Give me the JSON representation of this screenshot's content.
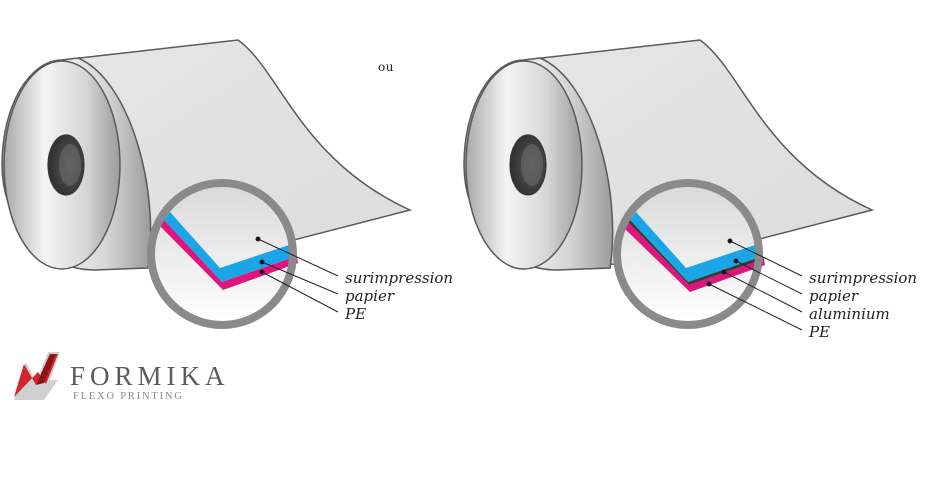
{
  "separator": "ou",
  "rolls": [
    {
      "id": "roll-1",
      "layers": [
        "surimpression",
        "papier",
        "PE"
      ]
    },
    {
      "id": "roll-2",
      "layers": [
        "surimpression",
        "papier",
        "aluminium",
        "PE"
      ]
    }
  ],
  "logo": {
    "brand": "FORMIKA",
    "tagline": "FLEXO PRINTING"
  },
  "colors": {
    "cyan": "#1aa6e6",
    "magenta": "#e0147f",
    "aluminium": "#3a3a3a",
    "ring": "#8a8a8a",
    "outline": "#5a5a5a",
    "logo_red": "#d0262c"
  }
}
